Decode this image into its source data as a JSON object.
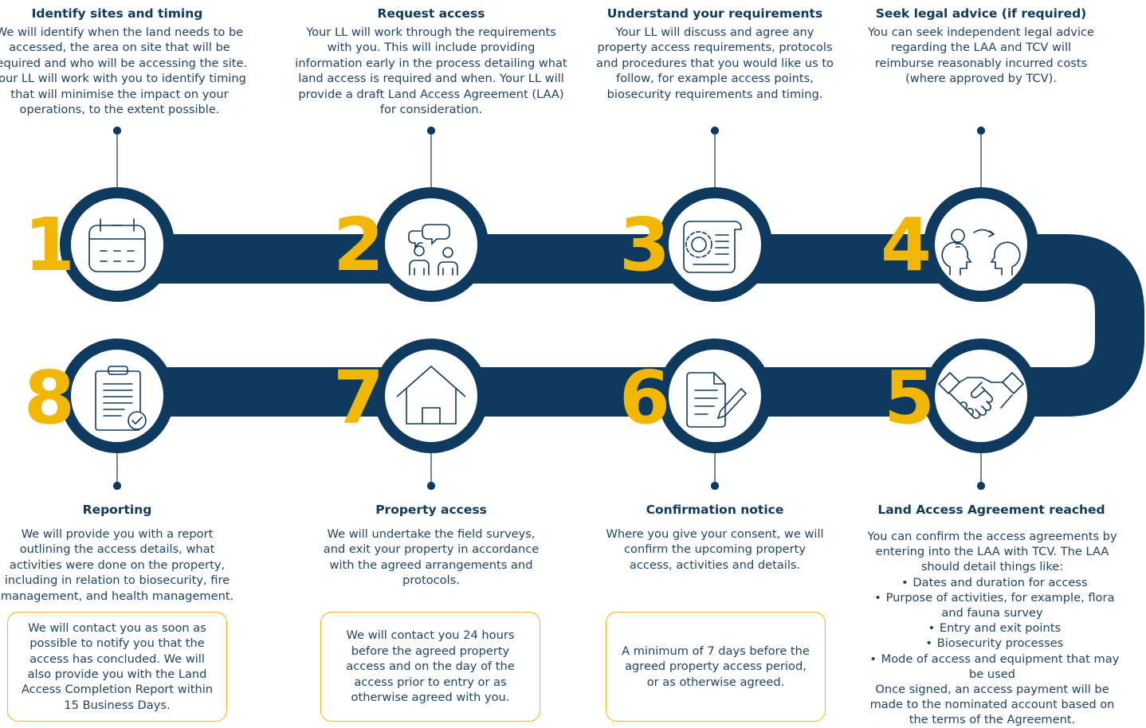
{
  "steps": [
    {
      "number": "1",
      "title": "Identify sites and timing",
      "desc": "We will identify when the land needs to be accessed, the area on site that will be required and who will be accessing the site. Your LL will work with you to identify timing that will minimise the impact on your operations, to the extent possible.",
      "icon": "calendar-icon"
    },
    {
      "number": "2",
      "title": "Request access",
      "desc": "Your LL will work through the requirements with you. This will include providing information early in the process detailing what land access is required and when. Your LL will provide a draft Land Access Agreement (LAA) for consideration.",
      "icon": "conversation-icon"
    },
    {
      "number": "3",
      "title": "Understand your requirements",
      "desc": "Your LL will discuss and agree any property access requirements, protocols and procedures that you would like us to follow, for example access points, biosecurity requirements and timing.",
      "icon": "gear-document-icon"
    },
    {
      "number": "4",
      "title": "Seek legal advice (if required)",
      "desc": "You can seek independent legal advice regarding the LAA and TCV will reimburse reasonably incurred costs (where approved by TCV).",
      "icon": "idea-exchange-icon"
    },
    {
      "number": "5",
      "title": "Land Access Agreement reached",
      "intro": "You can confirm the access agreements by entering into the LAA with TCV. The LAA should detail things like:",
      "bullets": [
        "Dates and duration for access",
        "Purpose of activities, for example, flora and fauna survey",
        "Entry and exit points",
        "Biosecurity processes",
        "Mode of access and equipment that may be used"
      ],
      "outro": "Once signed, an access payment will be made to the nominated account based on the terms of the Agreement.",
      "icon": "handshake-icon"
    },
    {
      "number": "6",
      "title": "Confirmation notice",
      "desc": "Where you give your consent, we will confirm the upcoming property access, activities and details.",
      "note": "A minimum of 7 days before the agreed property access period, or as otherwise agreed.",
      "icon": "edit-document-icon"
    },
    {
      "number": "7",
      "title": "Property access",
      "desc": "We will undertake the field surveys, and exit your property in accordance with the agreed arrangements and protocols.",
      "note": "We will contact you 24 hours before the agreed property access and on the day of the access prior to entry or as otherwise agreed with you.",
      "icon": "house-icon"
    },
    {
      "number": "8",
      "title": "Reporting",
      "desc": "We will provide you with a report outlining the access details, what activities were done on the property, including in relation to biosecurity, fire management, and health management.",
      "note": "We will contact you as soon as possible to notify you that the access has concluded. We will also provide you with the Land Access Completion Report within 15 Business Days.",
      "icon": "clipboard-check-icon"
    }
  ],
  "colors": {
    "navy": "#0f3a5f",
    "gold": "#f2b705",
    "white": "#ffffff"
  }
}
